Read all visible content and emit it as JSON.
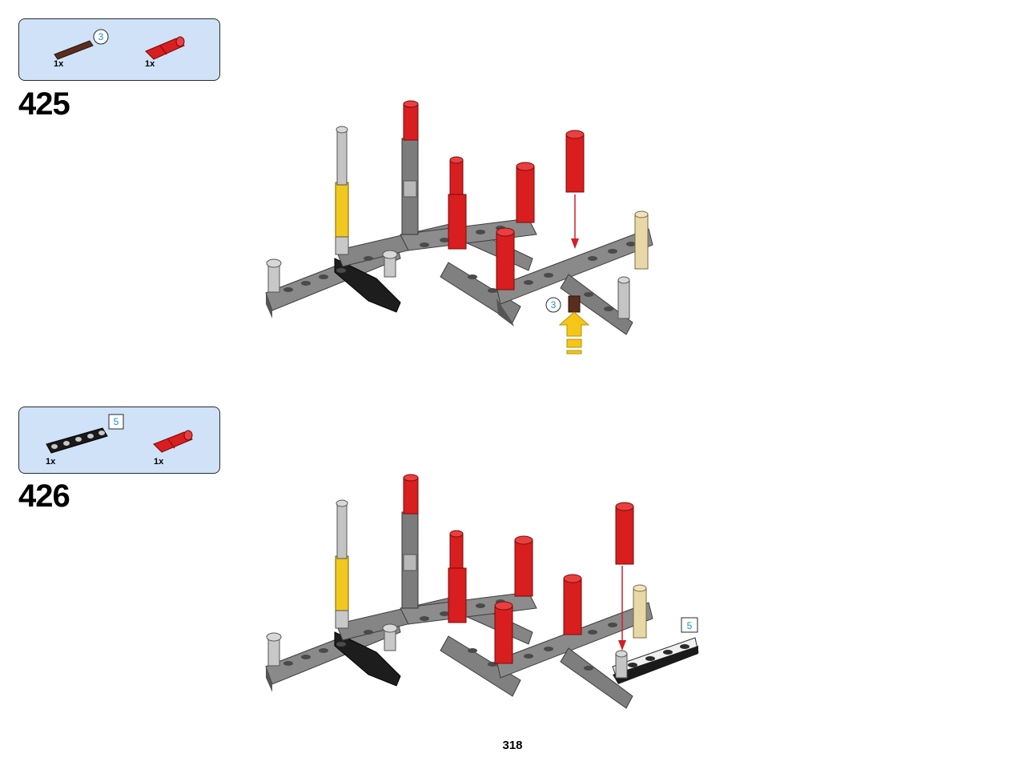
{
  "page": {
    "number": "318"
  },
  "steps": [
    {
      "number": "425",
      "parts": [
        {
          "icon": "brown-axle-icon",
          "qty": "1x",
          "length_label": "3",
          "color": "#5a2d1e"
        },
        {
          "icon": "red-axle-pin-icon",
          "qty": "1x",
          "color": "#d81e1e"
        }
      ],
      "callout_length": "3"
    },
    {
      "number": "426",
      "parts": [
        {
          "icon": "black-beam-icon",
          "qty": "1x",
          "length_label": "5",
          "color": "#1a1a1a"
        },
        {
          "icon": "red-axle-pin-icon",
          "qty": "1x",
          "color": "#d81e1e"
        }
      ],
      "callout_length": "5"
    }
  ],
  "colors": {
    "parts_box_bg": "#cfe2f7",
    "beam_gray": "#7a7a7a",
    "pin_red": "#d81e1e",
    "arrow_red": "#d0202a",
    "arrow_yellow": "#f5c518",
    "callout_blue": "#1a8fc8"
  }
}
